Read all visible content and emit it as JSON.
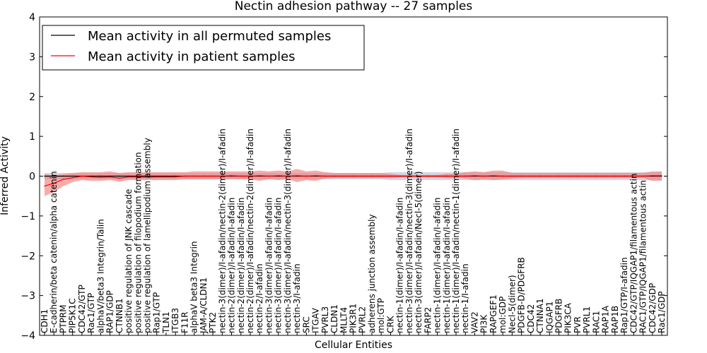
{
  "chart_data": {
    "type": "line",
    "title": "Nectin adhesion pathway -- 27 samples",
    "xlabel": "Cellular Entities",
    "ylabel": "Inferred Activity",
    "ylim": [
      -4,
      4
    ],
    "yticks": [
      -4,
      -3,
      -2,
      -1,
      0,
      1,
      2,
      3,
      4
    ],
    "ytick_labels": [
      "−4",
      "−3",
      "−2",
      "−1",
      "0",
      "1",
      "2",
      "3",
      "4"
    ],
    "legend": {
      "placement": "top-left",
      "entries": [
        {
          "label": "Mean activity in all permuted samples",
          "color": "#000000"
        },
        {
          "label": "Mean activity in patient samples",
          "color": "#ff0000"
        }
      ]
    },
    "colors": {
      "permuted_line": "#000000",
      "permuted_band": "#c8c8d8",
      "patient_line": "#ff0000",
      "patient_band": "#f08080"
    },
    "categories": [
      "CDH1",
      "E-cadherin/beta catenin/alpha catenin",
      "PTPRM",
      "PIP5K1C",
      "CDC42/GTP",
      "Rac1/GTP",
      "alphaV/beta3 Integrin/Talin",
      "RAP1/GDP",
      "CTNNB1",
      "positive regulation of JNK cascade",
      "positive regulation of filopodium formation",
      "positive regulation of lamellipodium assembly",
      "Rap1/GTP",
      "TLN1",
      "ITGB3",
      "F11R",
      "alphaV beta3 Integrin",
      "JAM-A/CLDN1",
      "PTK2",
      "nectin-3(dimer)/I-afadin/nectin-2(dimer)/I-afadin",
      "nectin-2(dimer)/I-afadin/I-afadin",
      "nectin-2(dimer)/I-afadin/I-afadin",
      "nectin-2(dimer)/I-afadin/nectin-2(dimer)/I-afadin",
      "nectin-2/I-afadin",
      "nectin-3(dimer)/I-afadin/I-afadin",
      "nectin-3(dimer)/I-afadin/I-afadin",
      "nectin-3(dimer)/I-afadin/nectin-3(dimer)/I-afadin",
      "nectin-3/I-afadin",
      "SRC",
      "ITGAV",
      "PVRL3",
      "CLDN1",
      "MLLT4",
      "PIK3R1",
      "PVRL2",
      "adherens junction assembly",
      "mol:GTP",
      "CRK",
      "nectin-1(dimer)/I-afadin/I-afadin",
      "nectin-3(dimer)/I-afadin/nectin-3(dimer)/I-afadin",
      "nectin-3(dimer)/I-afadin/Necl-5(dimer)",
      "FARP2",
      "nectin-1(dimer)/I-afadin/I-afadin",
      "nectin-1(dimer)/I-afadin/I-afadin",
      "nectin-1(dimer)/I-afadin/nectin-1(dimer)/I-afadin",
      "nectin-1/I-afadin",
      "VAV2",
      "PI3K",
      "RAPGEF1",
      "mol:GDP",
      "Necl-5(dimer)",
      "PDGFB-D/PDGFRB",
      "CDC42",
      "CTNNA1",
      "IQGAP1",
      "PDGFRB",
      "PIK3CA",
      "PVR",
      "PVRL1",
      "RAC1",
      "RAP1A",
      "RAP1B",
      "Rap1/GTP/I-afadin",
      "CDC42/GTP/IQGAP1/filamentous actin",
      "RAC1/GTP/IQGAP1/filamentous actin",
      "CDC42/GDP",
      "Rac1/GDP"
    ],
    "series": [
      {
        "name": "Mean activity in all permuted samples",
        "values": [
          0,
          0,
          0,
          0,
          0,
          0,
          0,
          0,
          0,
          0,
          0,
          0,
          0,
          0,
          0,
          0,
          0,
          0,
          0,
          0,
          0,
          0,
          0,
          0,
          0,
          0,
          0,
          0,
          0,
          0,
          0,
          0,
          0,
          0,
          0,
          0,
          0,
          0,
          0,
          0,
          0,
          0,
          0,
          0,
          0,
          0,
          0,
          0,
          0,
          0,
          0,
          0,
          0,
          0,
          0,
          0,
          0,
          0,
          0,
          0,
          0,
          0,
          0,
          0,
          0,
          0,
          0
        ],
        "lower": [
          -0.08,
          -0.08,
          -0.08,
          -0.08,
          -0.08,
          -0.08,
          -0.08,
          -0.08,
          -0.08,
          -0.08,
          -0.08,
          -0.08,
          -0.08,
          -0.08,
          -0.08,
          -0.08,
          -0.08,
          -0.08,
          -0.08,
          -0.08,
          -0.08,
          -0.08,
          -0.08,
          -0.08,
          -0.08,
          -0.08,
          -0.08,
          -0.08,
          -0.08,
          -0.08,
          -0.08,
          -0.08,
          -0.08,
          -0.08,
          -0.08,
          -0.08,
          -0.08,
          -0.1,
          -0.1,
          -0.1,
          -0.1,
          -0.1,
          -0.1,
          -0.1,
          -0.1,
          -0.1,
          -0.1,
          -0.1,
          -0.1,
          -0.1,
          -0.1,
          -0.1,
          -0.1,
          -0.1,
          -0.1,
          -0.1,
          -0.1,
          -0.1,
          -0.1,
          -0.1,
          -0.1,
          -0.1,
          -0.1,
          -0.1,
          -0.1,
          -0.1,
          -0.1
        ],
        "upper": [
          0.08,
          0.08,
          0.08,
          0.08,
          0.08,
          0.08,
          0.08,
          0.08,
          0.08,
          0.08,
          0.08,
          0.08,
          0.08,
          0.08,
          0.08,
          0.08,
          0.08,
          0.08,
          0.08,
          0.08,
          0.08,
          0.08,
          0.08,
          0.08,
          0.08,
          0.08,
          0.08,
          0.08,
          0.08,
          0.08,
          0.08,
          0.08,
          0.08,
          0.08,
          0.08,
          0.08,
          0.08,
          0.1,
          0.1,
          0.1,
          0.1,
          0.1,
          0.1,
          0.1,
          0.1,
          0.1,
          0.1,
          0.1,
          0.1,
          0.1,
          0.1,
          0.1,
          0.1,
          0.1,
          0.1,
          0.1,
          0.1,
          0.1,
          0.1,
          0.1,
          0.1,
          0.1,
          0.1,
          0.1,
          0.1,
          0.1,
          0.1
        ]
      },
      {
        "name": "Mean activity in patient samples",
        "values": [
          -0.25,
          -0.18,
          -0.08,
          -0.04,
          0,
          -0.02,
          -0.03,
          -0.02,
          -0.05,
          -0.02,
          -0.02,
          -0.03,
          -0.02,
          -0.02,
          -0.02,
          0,
          0,
          0,
          0,
          0,
          0.01,
          0,
          0,
          0.01,
          0,
          0.01,
          0,
          0.01,
          0,
          0.01,
          0,
          0,
          0,
          0,
          0,
          0,
          0,
          0,
          0,
          0,
          0,
          0,
          0,
          0,
          0,
          0,
          0.01,
          0,
          0.01,
          0,
          0,
          0,
          0,
          0,
          0,
          0,
          0,
          0,
          0,
          0,
          0,
          0,
          0,
          0,
          0,
          0.01,
          0.01
        ],
        "lower": [
          -0.5,
          -0.4,
          -0.25,
          -0.15,
          -0.1,
          -0.12,
          -0.12,
          -0.1,
          -0.14,
          -0.1,
          -0.1,
          -0.1,
          -0.1,
          -0.1,
          -0.1,
          -0.08,
          -0.08,
          -0.08,
          -0.08,
          -0.08,
          -0.08,
          -0.08,
          -0.08,
          -0.12,
          -0.08,
          -0.1,
          -0.08,
          -0.15,
          -0.1,
          -0.12,
          -0.06,
          -0.05,
          -0.05,
          -0.05,
          -0.05,
          -0.05,
          -0.05,
          -0.05,
          -0.03,
          -0.03,
          -0.03,
          -0.03,
          -0.03,
          -0.05,
          -0.05,
          -0.06,
          -0.1,
          -0.08,
          -0.1,
          -0.08,
          -0.06,
          -0.05,
          -0.05,
          -0.05,
          -0.05,
          -0.05,
          -0.05,
          -0.05,
          -0.05,
          -0.05,
          -0.05,
          -0.05,
          -0.05,
          -0.05,
          -0.05,
          -0.12,
          -0.12
        ],
        "upper": [
          0.05,
          0.02,
          0.05,
          0.08,
          0.1,
          0.1,
          0.1,
          0.12,
          0.08,
          0.1,
          0.1,
          0.1,
          0.1,
          0.1,
          0.1,
          0.1,
          0.12,
          0.12,
          0.12,
          0.12,
          0.12,
          0.12,
          0.12,
          0.14,
          0.12,
          0.14,
          0.12,
          0.18,
          0.12,
          0.14,
          0.1,
          0.08,
          0.08,
          0.08,
          0.08,
          0.08,
          0.08,
          0.06,
          0.03,
          0.03,
          0.03,
          0.03,
          0.03,
          0.06,
          0.06,
          0.1,
          0.12,
          0.1,
          0.14,
          0.14,
          0.08,
          0.08,
          0.08,
          0.08,
          0.08,
          0.08,
          0.08,
          0.08,
          0.08,
          0.08,
          0.08,
          0.08,
          0.08,
          0.08,
          0.08,
          0.12,
          0.12
        ]
      }
    ]
  }
}
